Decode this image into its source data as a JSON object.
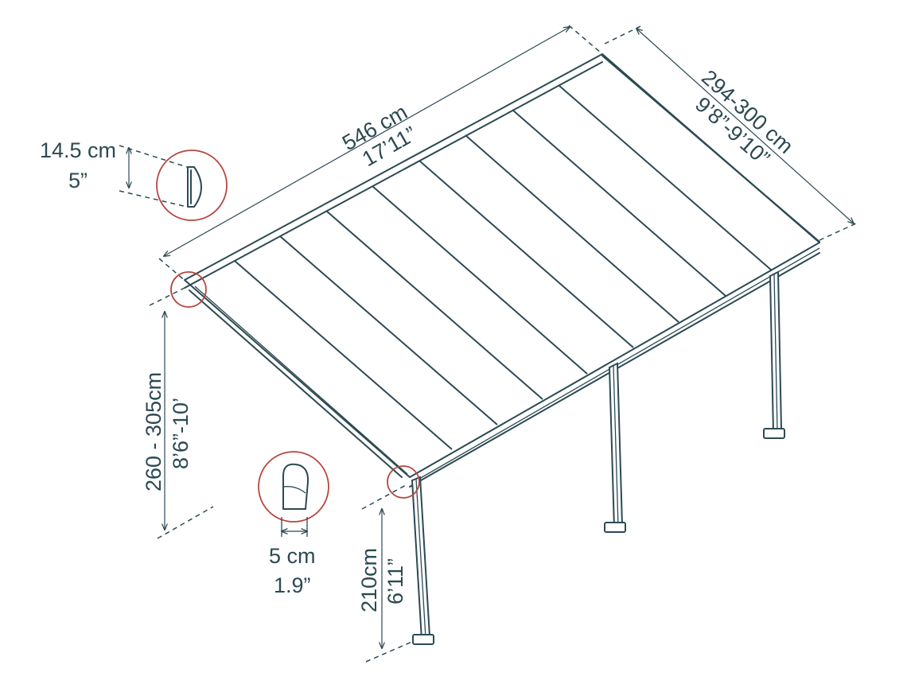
{
  "dimensions": {
    "length": {
      "metric": "546 cm",
      "imperial": "17’11”"
    },
    "width": {
      "metric": "294-300 cm",
      "imperial": "9’8”-9’10”"
    },
    "back_height": {
      "metric": "260 - 305cm",
      "imperial": "8’6”-10’"
    },
    "front_height": {
      "metric": "210cm",
      "imperial": "6’11”"
    },
    "beam_profile": {
      "metric": "14.5 cm",
      "imperial": "5”"
    },
    "post_profile": {
      "metric": "5 cm",
      "imperial": "1.9”"
    }
  },
  "colors": {
    "line": "#2c4a53",
    "detail_ring": "#b5473f",
    "background": "#ffffff"
  }
}
